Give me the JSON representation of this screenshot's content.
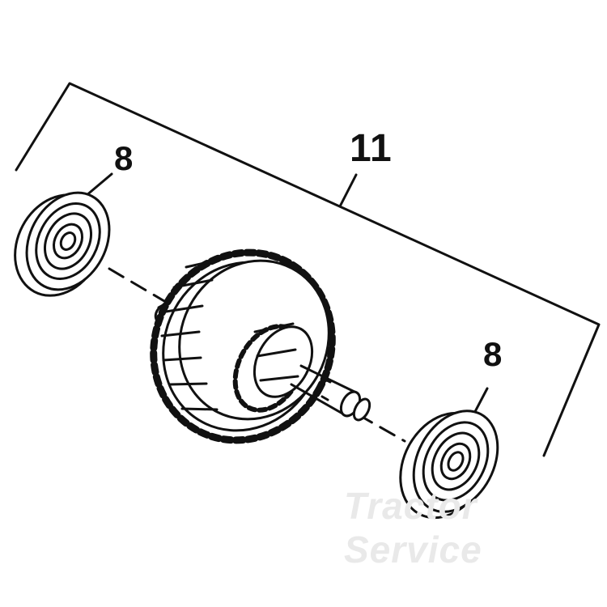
{
  "callouts": {
    "bearing_top_left": "8",
    "bearing_bottom_right": "8",
    "assembly": "11"
  },
  "watermark": "Tractor Service",
  "colors": {
    "line": "#111111",
    "background": "#ffffff",
    "watermark": "#e9e9e9"
  }
}
